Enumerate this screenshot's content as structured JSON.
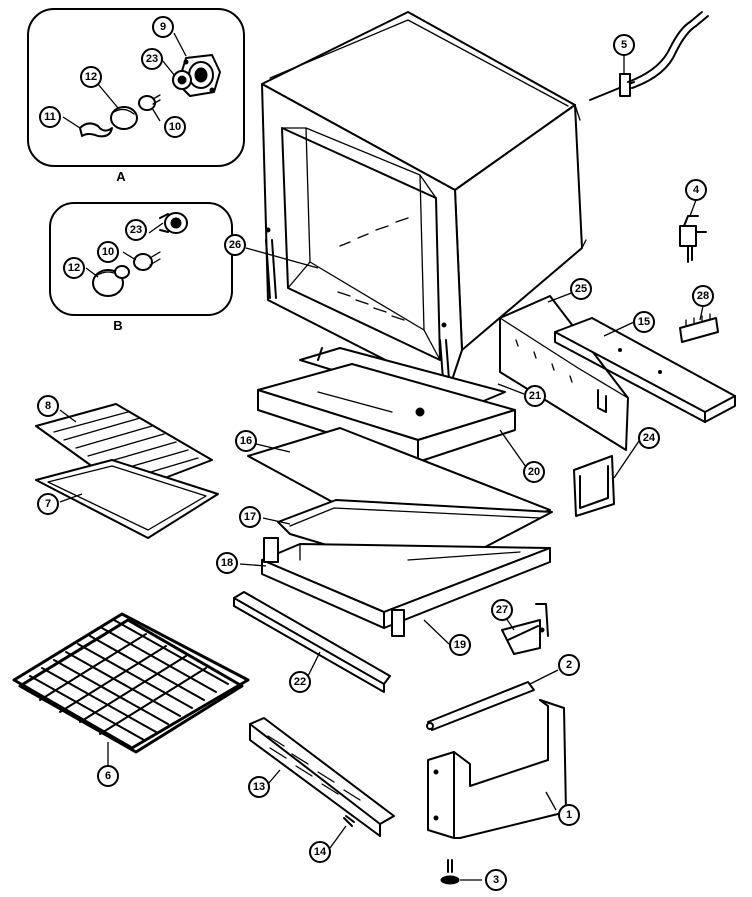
{
  "insets": [
    {
      "id": "A",
      "label": "A"
    },
    {
      "id": "B",
      "label": "B"
    }
  ],
  "callouts": {
    "c9": "9",
    "c23a": "23",
    "c12a": "12",
    "c11": "11",
    "c10a": "10",
    "c23b": "23",
    "c10b": "10",
    "c12b": "12",
    "c5": "5",
    "c4": "4",
    "c28": "28",
    "c25": "25",
    "c15": "15",
    "c26": "26",
    "c21": "21",
    "c20": "20",
    "c16": "16",
    "c24": "24",
    "c8": "8",
    "c7": "7",
    "c17": "17",
    "c18": "18",
    "c19": "19",
    "c27": "27",
    "c22": "22",
    "c2": "2",
    "c6": "6",
    "c13": "13",
    "c1": "1",
    "c14": "14",
    "c3": "3"
  }
}
